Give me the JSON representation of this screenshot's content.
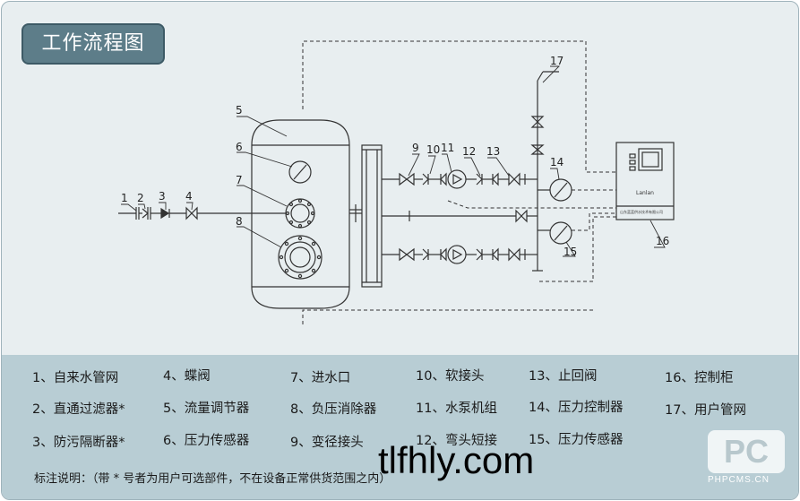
{
  "title": "工作流程图",
  "callouts": [
    "1",
    "2",
    "3",
    "4",
    "5",
    "6",
    "7",
    "8",
    "9",
    "10",
    "11",
    "12",
    "13",
    "14",
    "15",
    "16",
    "17"
  ],
  "cabinet": {
    "brand": "Lanlan",
    "company": "山东蓝蓝供水技术有限公司"
  },
  "legend": [
    "1、自来水管网",
    "2、直通过滤器*",
    "3、防污隔断器*",
    "4、蝶阀",
    "5、流量调节器",
    "6、压力传感器",
    "7、进水口",
    "8、负压消除器",
    "9、变径接头",
    "10、软接头",
    "11、水泵机组",
    "12、弯头短接",
    "13、止回阀",
    "14、压力控制器",
    "15、压力传感器",
    "16、控制柜",
    "17、用户管网"
  ],
  "note": "标注说明：（带 * 号者为用户可选部件，不在设备正常供货范围之内）",
  "watermark": "tlfhly.com",
  "logo": {
    "mark": "PC",
    "text": "PHPCMS.CN"
  },
  "colors": {
    "panel": "#e8eef0",
    "legend_bg": "#b8cdd4",
    "badge": "#5d7d89",
    "line": "#333333"
  }
}
